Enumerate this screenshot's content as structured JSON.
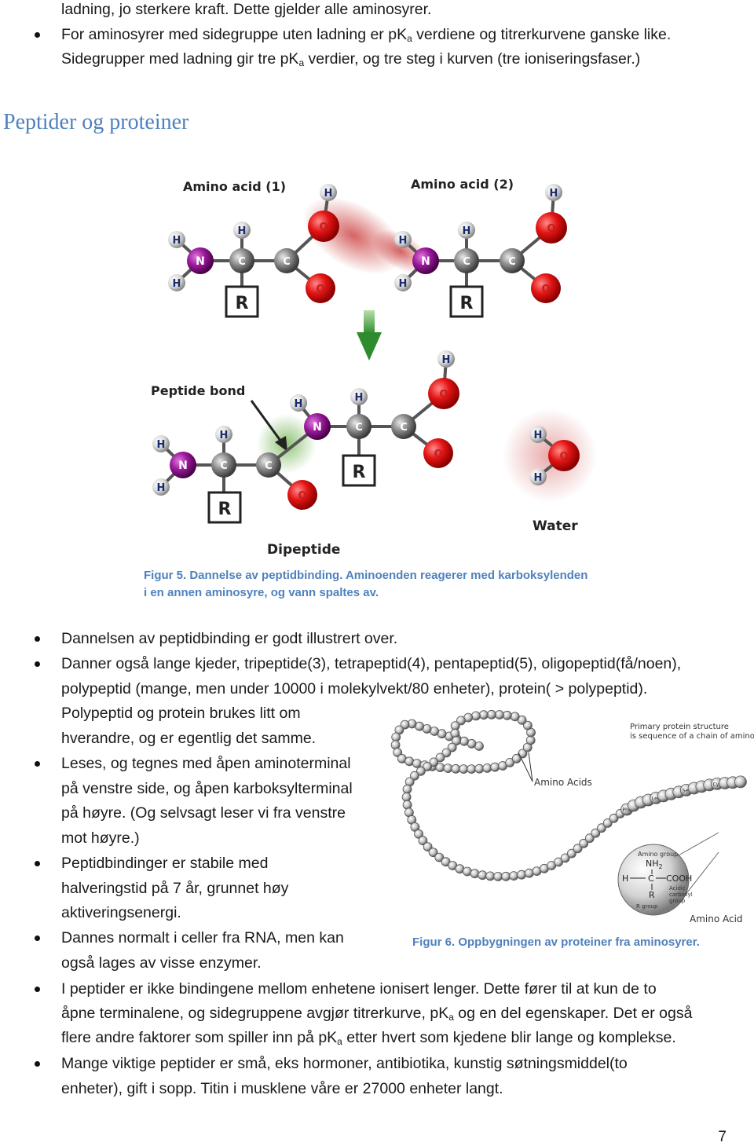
{
  "top": {
    "line1": "ladning, jo sterkere kraft. Dette gjelder alle aminosyrer.",
    "bullet1_a": "For aminosyrer med sidegruppe uten ladning er pK",
    "bullet1_sub": "a",
    "bullet1_b": " verdiene og titrerkurvene ganske like.",
    "bullet1_line2_a": "Sidegrupper med ladning gir tre pK",
    "bullet1_line2_sub": "a",
    "bullet1_line2_b": " verdier, og tre steg i kurven (tre ioniseringsfaser.)"
  },
  "heading": "Peptider og proteiner",
  "figure5": {
    "labels": {
      "amino_acid_1": "Amino acid (1)",
      "amino_acid_2": "Amino acid (2)",
      "peptide_bond": "Peptide bond",
      "dipeptide": "Dipeptide",
      "water": "Water"
    },
    "atoms": {
      "H": "H",
      "N": "N",
      "C": "C",
      "O": "O",
      "R": "R"
    },
    "caption_line1": "Figur 5. Dannelse av peptidbinding. Aminoenden reagerer med karboksylenden",
    "caption_line2": "i en annen aminosyre, og vann spaltes av."
  },
  "bullets": {
    "b1": "Dannelsen av peptidbinding er godt illustrert over.",
    "b2_l1": "Danner også lange kjeder, tripeptide(3), tetrapeptid(4), pentapeptid(5), oligopeptid(få/noen),",
    "b2_l2": "polypeptid (mange, men under 10000 i molekylvekt/80 enheter), protein( > polypeptid).",
    "b2_l3": "Polypeptid og protein brukes litt om",
    "b2_l4": "hverandre, og er egentlig det samme.",
    "b3_l1": "Leses, og tegnes med åpen aminoterminal",
    "b3_l2": "på venstre side, og åpen karboksylterminal",
    "b3_l3": "på høyre. (Og selvsagt leser vi fra venstre",
    "b3_l4": "mot høyre.)",
    "b4_l1": "Peptidbindinger er stabile med",
    "b4_l2": "halveringstid på 7 år, grunnet høy",
    "b4_l3": "aktiveringsenergi.",
    "b5_l1": "Dannes normalt i celler fra RNA, men kan",
    "b5_l2": "også lages av visse enzymer.",
    "b6_l1": "I peptider er ikke bindingene mellom enhetene ionisert lenger. Dette fører til at kun de to",
    "b6_l2_a": "åpne terminalene, og sidegruppene avgjør titrerkurve, pK",
    "b6_l2_sub": "a",
    "b6_l2_b": " og en del egenskaper. Det er også",
    "b6_l3_a": "flere andre faktorer som spiller inn på pK",
    "b6_l3_sub": "a",
    "b6_l3_b": " etter hvert som kjedene blir lange og komplekse.",
    "b7_l1": "Mange viktige peptider er små, eks hormoner, antibiotika, kunstig søtningsmiddel(to",
    "b7_l2": "enheter), gift i sopp.  Titin i musklene våre er 27000 enheter langt."
  },
  "figure6": {
    "note_l1": "Primary protein structure",
    "note_l2": "is sequence of a chain of amino acids",
    "amino_acids_label": "Amino Acids",
    "amino_acid_label": "Amino Acid",
    "bead_labels": [
      "Phe",
      "Leu",
      "Ser",
      "Cys"
    ],
    "inset": {
      "amino_group": "Amino group",
      "nh2": "NH",
      "nh2_sub": "2",
      "h": "H",
      "c": "C",
      "cooh": "COOH",
      "r": "R",
      "acidic": "Acidic",
      "carboxyl": "carboxyl",
      "group": "group",
      "r_group": "R group"
    },
    "caption": "Figur 6. Oppbygningen av proteiner fra aminosyrer."
  },
  "page_number": "7",
  "colors": {
    "heading": "#4f81bd",
    "caption": "#4f81bd",
    "oxygen": "#e01010",
    "nitrogen": "#8a1a8a",
    "carbon": "#808080"
  }
}
